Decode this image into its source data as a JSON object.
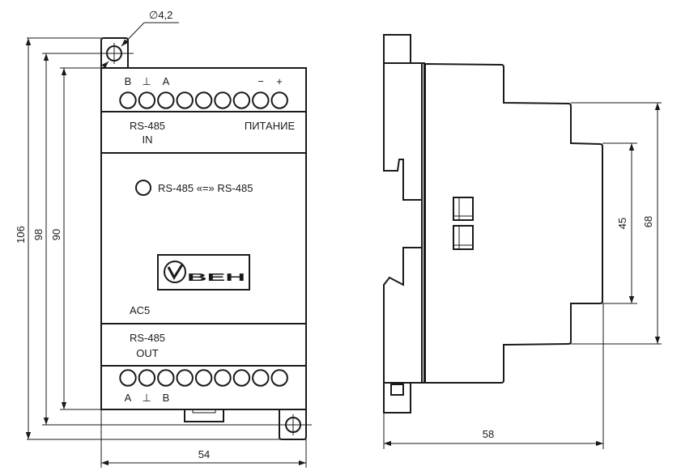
{
  "front_view": {
    "top_terminal_labels": {
      "b": "B",
      "gnd": "⊥",
      "a": "A",
      "minus": "−",
      "plus": "+"
    },
    "rs485_in": {
      "line1": "RS-485",
      "line2": "IN"
    },
    "power_label": "ПИТАНИЕ",
    "led_label": "RS-485 «=» RS-485",
    "logo_text": "ОВЕН",
    "model": "AC5",
    "rs485_out": {
      "line1": "RS-485",
      "line2": "OUT"
    },
    "bottom_terminal_labels": {
      "a": "A",
      "gnd": "⊥",
      "b": "B"
    },
    "terminal_count_per_row": 9
  },
  "dimensions": {
    "hole_diameter": "∅4,2",
    "height_overall": "106",
    "height_holes": "98",
    "height_body": "90",
    "width": "54",
    "depth": "58",
    "side_step_inner": "45",
    "side_step_outer": "68"
  },
  "colors": {
    "line": "#1a1a1a",
    "background": "#ffffff"
  }
}
